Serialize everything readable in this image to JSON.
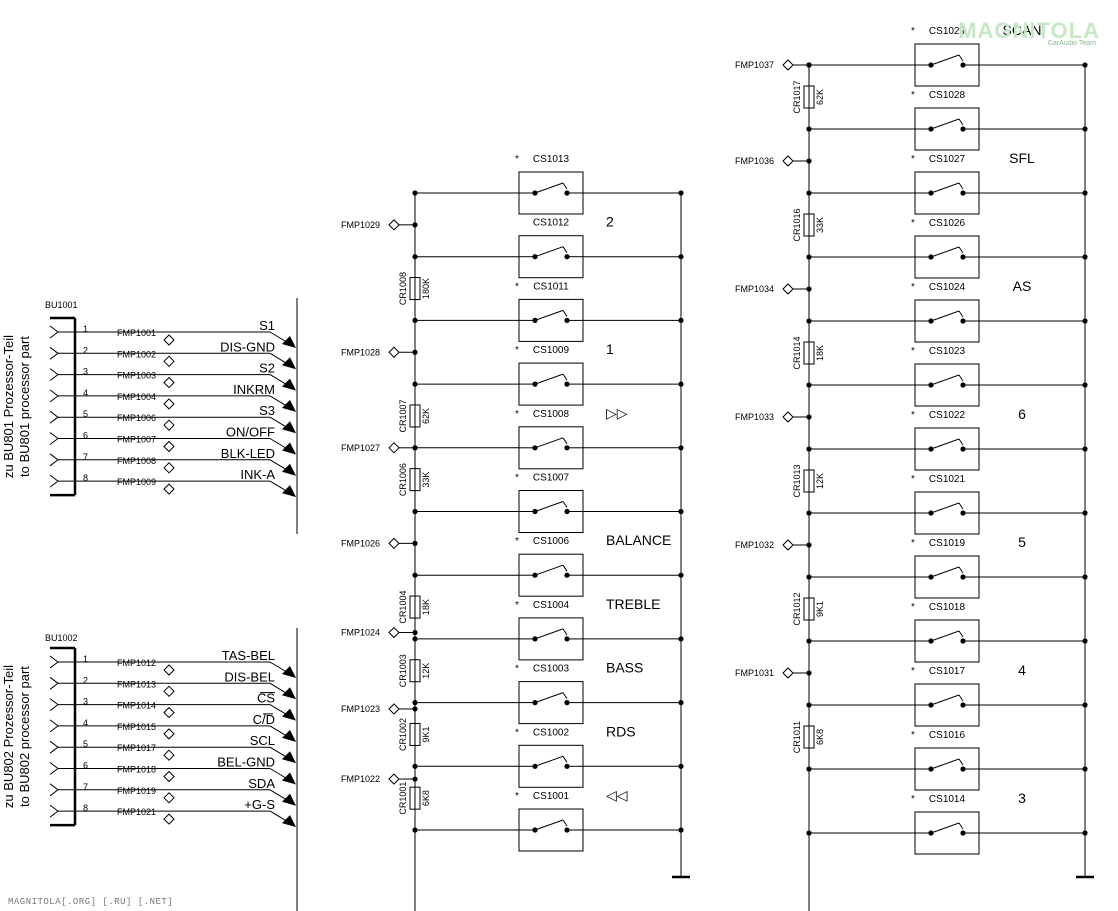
{
  "connectors": [
    {
      "id": "BU1001",
      "side_label_1": "zu BU801 Prozessor-Teil",
      "side_label_2": "to BU801 processor part",
      "pins": [
        {
          "pin": "1",
          "fmp": "FMP1001",
          "signal": "S1"
        },
        {
          "pin": "2",
          "fmp": "FMP1002",
          "signal": "DIS-GND"
        },
        {
          "pin": "3",
          "fmp": "FMP1003",
          "signal": "S2"
        },
        {
          "pin": "4",
          "fmp": "FMP1004",
          "signal": "INKRM"
        },
        {
          "pin": "5",
          "fmp": "FMP1006",
          "signal": "S3"
        },
        {
          "pin": "6",
          "fmp": "FMP1007",
          "signal": "ON/OFF"
        },
        {
          "pin": "7",
          "fmp": "FMP1008",
          "signal": "BLK-LED"
        },
        {
          "pin": "8",
          "fmp": "FMP1009",
          "signal": "INK-A"
        }
      ]
    },
    {
      "id": "BU1002",
      "side_label_1": "zu BU802 Prozessor-Teil",
      "side_label_2": "to BU802 processor part",
      "pins": [
        {
          "pin": "1",
          "fmp": "FMP1012",
          "signal": "TAS-BEL"
        },
        {
          "pin": "2",
          "fmp": "FMP1013",
          "signal": "DIS-BEL"
        },
        {
          "pin": "3",
          "fmp": "FMP1014",
          "signal": "CS"
        },
        {
          "pin": "4",
          "fmp": "FMP1015",
          "signal": "C/D"
        },
        {
          "pin": "5",
          "fmp": "FMP1017",
          "signal": "SCL"
        },
        {
          "pin": "6",
          "fmp": "FMP1018",
          "signal": "BEL-GND"
        },
        {
          "pin": "7",
          "fmp": "FMP1019",
          "signal": "SDA"
        },
        {
          "pin": "8",
          "fmp": "FMP1021",
          "signal": "+G-S"
        }
      ]
    }
  ],
  "ladder_a": {
    "switches": [
      {
        "id": "CS1013",
        "star": true,
        "label": ""
      },
      {
        "id": "CS1012",
        "star": false,
        "label": "2"
      },
      {
        "id": "CS1011",
        "star": true,
        "label": ""
      },
      {
        "id": "CS1009",
        "star": true,
        "label": "1"
      },
      {
        "id": "CS1008",
        "star": true,
        "label": "▷▷"
      },
      {
        "id": "CS1007",
        "star": true,
        "label": ""
      },
      {
        "id": "CS1006",
        "star": true,
        "label": "BALANCE"
      },
      {
        "id": "CS1004",
        "star": true,
        "label": "TREBLE"
      },
      {
        "id": "CS1003",
        "star": true,
        "label": "BASS"
      },
      {
        "id": "CS1002",
        "star": true,
        "label": "RDS"
      },
      {
        "id": "CS1001",
        "star": true,
        "label": "◁◁"
      }
    ],
    "fmps": [
      "FMP1029",
      "FMP1028",
      "FMP1027",
      "FMP1026",
      "FMP1024",
      "FMP1023",
      "FMP1022"
    ],
    "resistors": [
      {
        "id": "CR1008",
        "value": "180K"
      },
      {
        "id": "CR1007",
        "value": "62K"
      },
      {
        "id": "CR1006",
        "value": "33K"
      },
      {
        "id": "CR1004",
        "value": "18K"
      },
      {
        "id": "CR1003",
        "value": "12K"
      },
      {
        "id": "CR1002",
        "value": "9K1"
      },
      {
        "id": "CR1001",
        "value": "6K8"
      }
    ]
  },
  "ladder_b": {
    "switches": [
      {
        "id": "CS1029",
        "star": true,
        "label": "SCAN"
      },
      {
        "id": "CS1028",
        "star": true,
        "label": ""
      },
      {
        "id": "CS1027",
        "star": true,
        "label": "SFL"
      },
      {
        "id": "CS1026",
        "star": true,
        "label": ""
      },
      {
        "id": "CS1024",
        "star": true,
        "label": "AS"
      },
      {
        "id": "CS1023",
        "star": true,
        "label": ""
      },
      {
        "id": "CS1022",
        "star": true,
        "label": "6"
      },
      {
        "id": "CS1021",
        "star": true,
        "label": ""
      },
      {
        "id": "CS1019",
        "star": true,
        "label": "5"
      },
      {
        "id": "CS1018",
        "star": true,
        "label": ""
      },
      {
        "id": "CS1017",
        "star": true,
        "label": "4"
      },
      {
        "id": "CS1016",
        "star": true,
        "label": ""
      },
      {
        "id": "CS1014",
        "star": true,
        "label": "3"
      }
    ],
    "fmps": [
      "FMP1037",
      "FMP1036",
      "FMP1034",
      "FMP1033",
      "FMP1032",
      "FMP1031"
    ],
    "resistors": [
      {
        "id": "CR1017",
        "value": "62K"
      },
      {
        "id": "CR1016",
        "value": "33K"
      },
      {
        "id": "CR1014",
        "value": "18K"
      },
      {
        "id": "CR1013",
        "value": "12K"
      },
      {
        "id": "CR1012",
        "value": "9K1"
      },
      {
        "id": "CR1011",
        "value": "6K8"
      }
    ]
  },
  "watermark": {
    "logo": "MAGNITOLA",
    "logo_sub": "CarAudio Team",
    "footer": "MAGNITOLA[.ORG] [.RU] [.NET]"
  }
}
